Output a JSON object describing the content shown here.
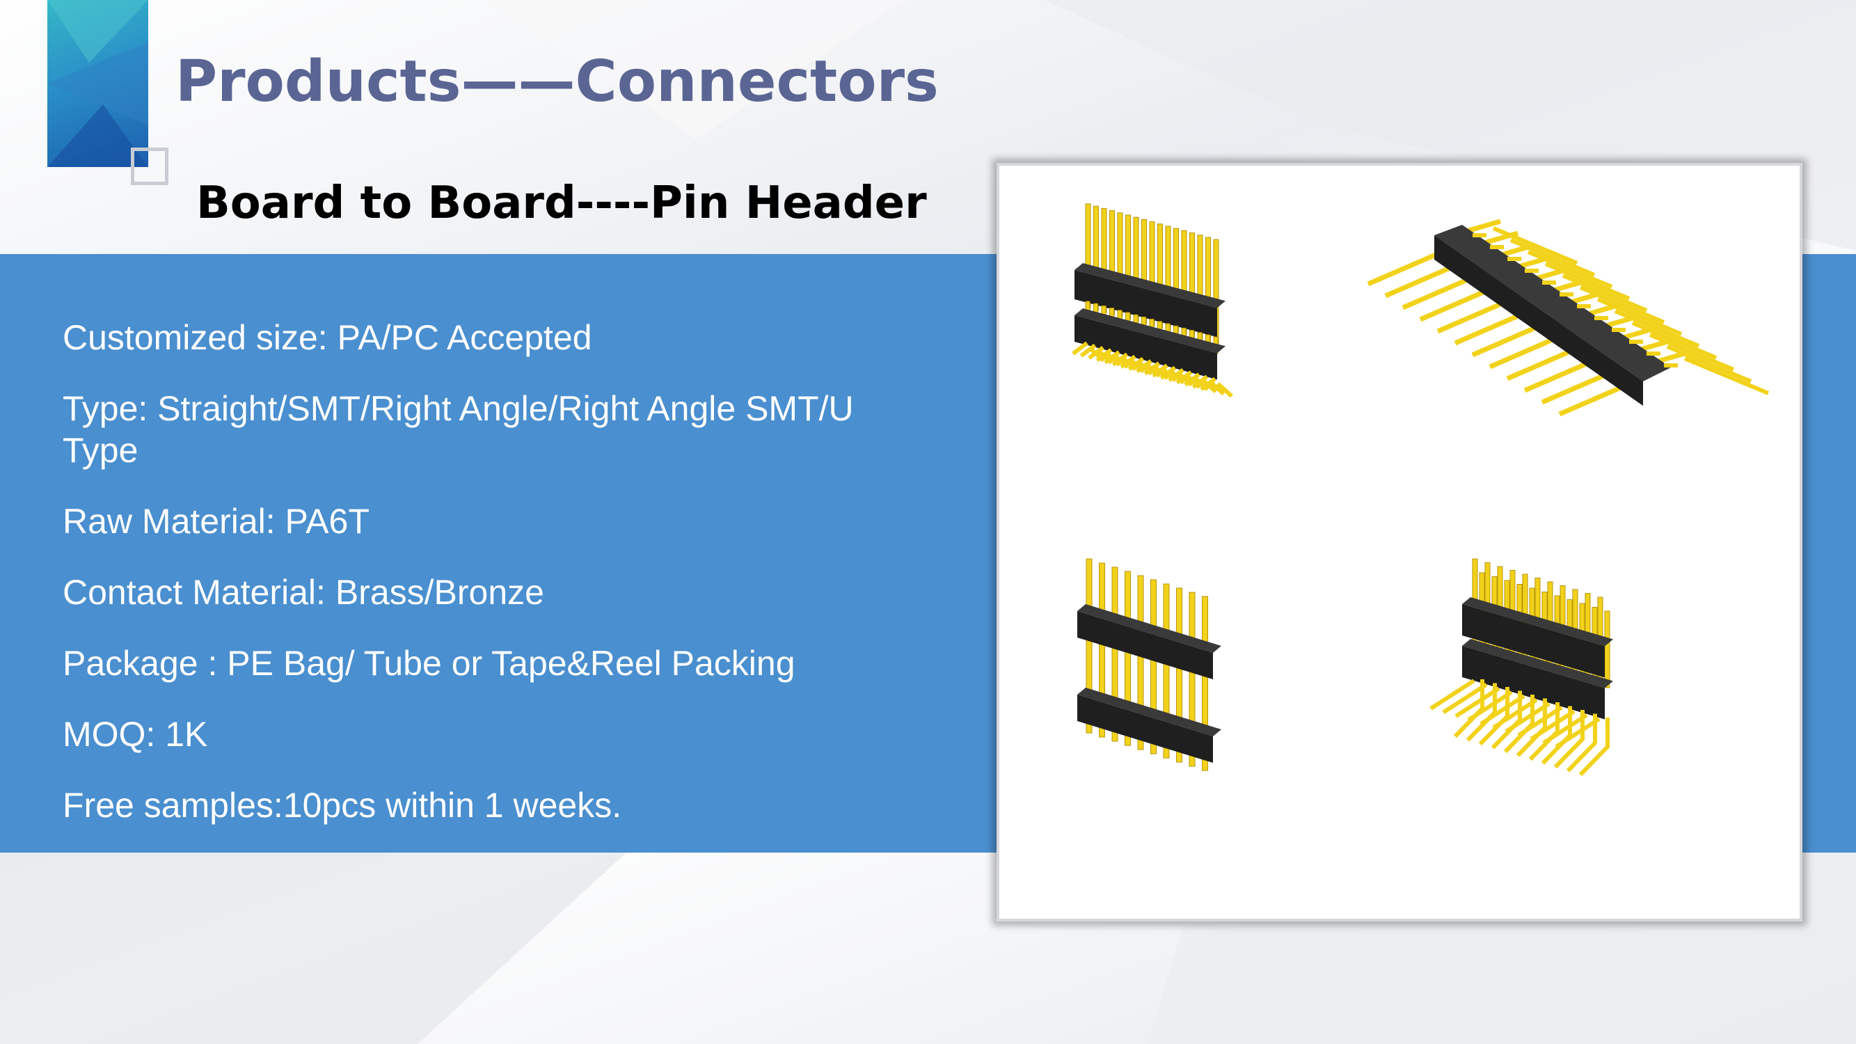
{
  "slide": {
    "title": "Products——Connectors",
    "subtitle": "Board to Board----Pin Header",
    "specs": [
      "Customized size: PA/PC Accepted",
      "Type:  Straight/SMT/Right Angle/Right Angle SMT/U Type",
      "Raw Material: PA6T",
      "Contact Material: Brass/Bronze",
      "Package : PE Bag/ Tube or Tape&Reel Packing",
      "MOQ: 1K",
      "Free samples:10pcs within 1 weeks."
    ]
  },
  "colors": {
    "title": "#5a6594",
    "band": "#4a8fcf",
    "pin": "#f2d21a",
    "housing": "#1f1f1f"
  },
  "product_images": [
    {
      "icon": "double-row-stacked-smt-pin-header-icon"
    },
    {
      "icon": "right-angle-single-row-pin-header-icon"
    },
    {
      "icon": "straight-double-housing-pin-header-icon"
    },
    {
      "icon": "right-angle-double-row-pin-header-icon"
    }
  ]
}
